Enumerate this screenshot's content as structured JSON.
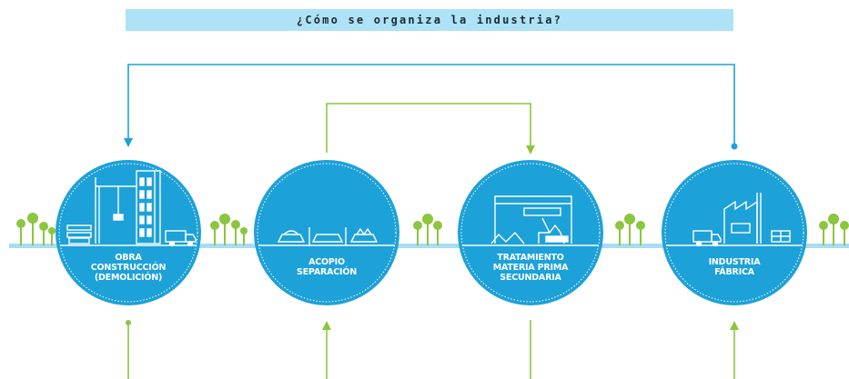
{
  "title": "¿Cómo se organiza la industria?",
  "colors": {
    "blue": "#1da1d9",
    "ground": "#a9dcf2",
    "green": "#8bc63f",
    "title_bg": "#aee2f6"
  },
  "nodes": [
    {
      "id": "obra",
      "icon": "construction-site-icon",
      "lines": [
        "OBRA",
        "CONSTRUCCIÓN",
        "(DEMOLICIÓN)"
      ]
    },
    {
      "id": "acopio",
      "icon": "container-bins-icon",
      "lines": [
        "ACOPIO",
        "SEPARACIÓN"
      ]
    },
    {
      "id": "tratamiento",
      "icon": "excavator-plant-icon",
      "lines": [
        "TRATAMIENTO",
        "MATERIA PRIMA",
        "SECUNDARIA"
      ]
    },
    {
      "id": "industria",
      "icon": "factory-icon",
      "lines": [
        "INDUSTRIA",
        "FÁBRICA"
      ]
    }
  ],
  "decor": [
    "tree-icon",
    "truck-icon",
    "crane-icon",
    "buildings-icon"
  ]
}
